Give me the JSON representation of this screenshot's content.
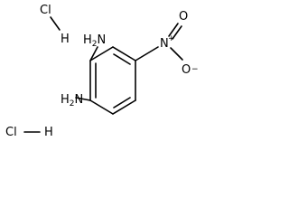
{
  "salt": [
    {
      "element": "Cl",
      "hydrogen": "H"
    },
    {
      "element": "Cl",
      "hydrogen": "H"
    }
  ],
  "amine_upper": {
    "hydrogen": "H",
    "subscript": "2",
    "element": "N"
  },
  "amine_lower": {
    "hydrogen": "H",
    "subscript": "2",
    "element": "N"
  },
  "nitro": {
    "nitrogen": "N",
    "nitrogen_charge": "+",
    "oxygen_top": "O",
    "oxygen_bottom": "O",
    "oxygen_bottom_charge": "−"
  },
  "colors": {
    "ink": "#000000",
    "background": "#ffffff"
  }
}
